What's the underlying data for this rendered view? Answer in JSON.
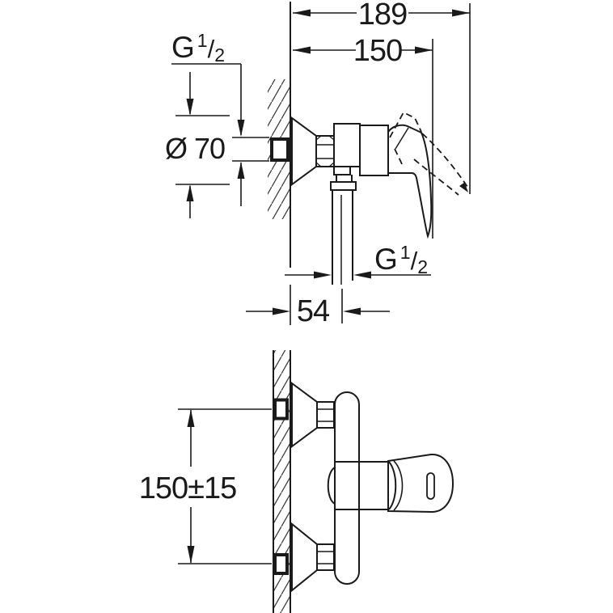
{
  "colors": {
    "background": "#ffffff",
    "line": "#1a1a1a",
    "frame": "#dcdcdc"
  },
  "dimensions": {
    "overall_depth": "189",
    "body_depth": "150",
    "top_thread": {
      "letter": "G",
      "numerator": "1",
      "slash": "/",
      "denominator": "2"
    },
    "escutcheon_diameter": "Ø 70",
    "outlet_thread": {
      "letter": "G",
      "numerator": "1",
      "slash": "/",
      "denominator": "2"
    },
    "outlet_wall_offset": "54",
    "inlet_spacing": "150±15"
  }
}
